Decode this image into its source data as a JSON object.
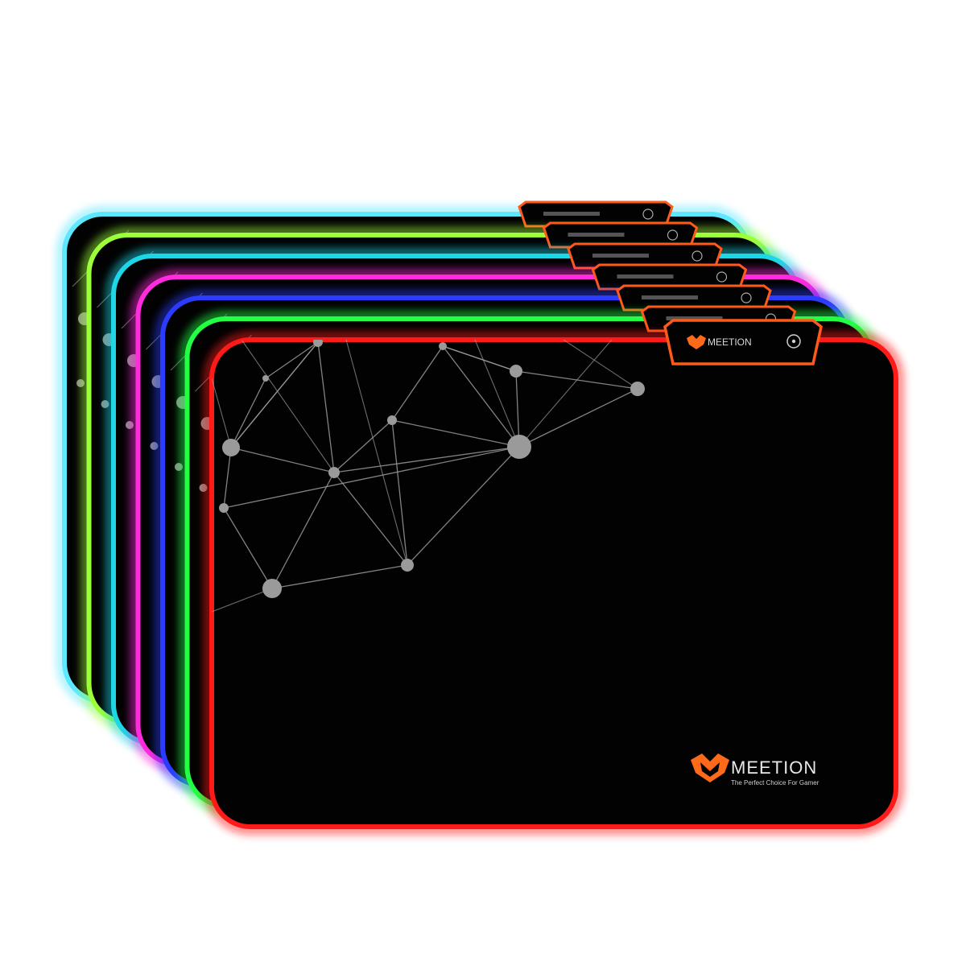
{
  "brand": {
    "name": "MEETION",
    "tagline": "The Perfect Choice For Gamer",
    "logo_color": "#ff6a1a"
  },
  "product": {
    "pad_surface_color": "#020202",
    "tab_border_color": "#ff5a1a",
    "pattern_color": "#9a9a9a",
    "lighting_colors": [
      "#5ee8ff",
      "#9dff3a",
      "#1fd6e6",
      "#ff2bdc",
      "#2b3cff",
      "#22ff44",
      "#ff1a1a"
    ]
  },
  "icons": {
    "logo": "meetion-shield-logo",
    "button": "light-mode-button-icon"
  }
}
